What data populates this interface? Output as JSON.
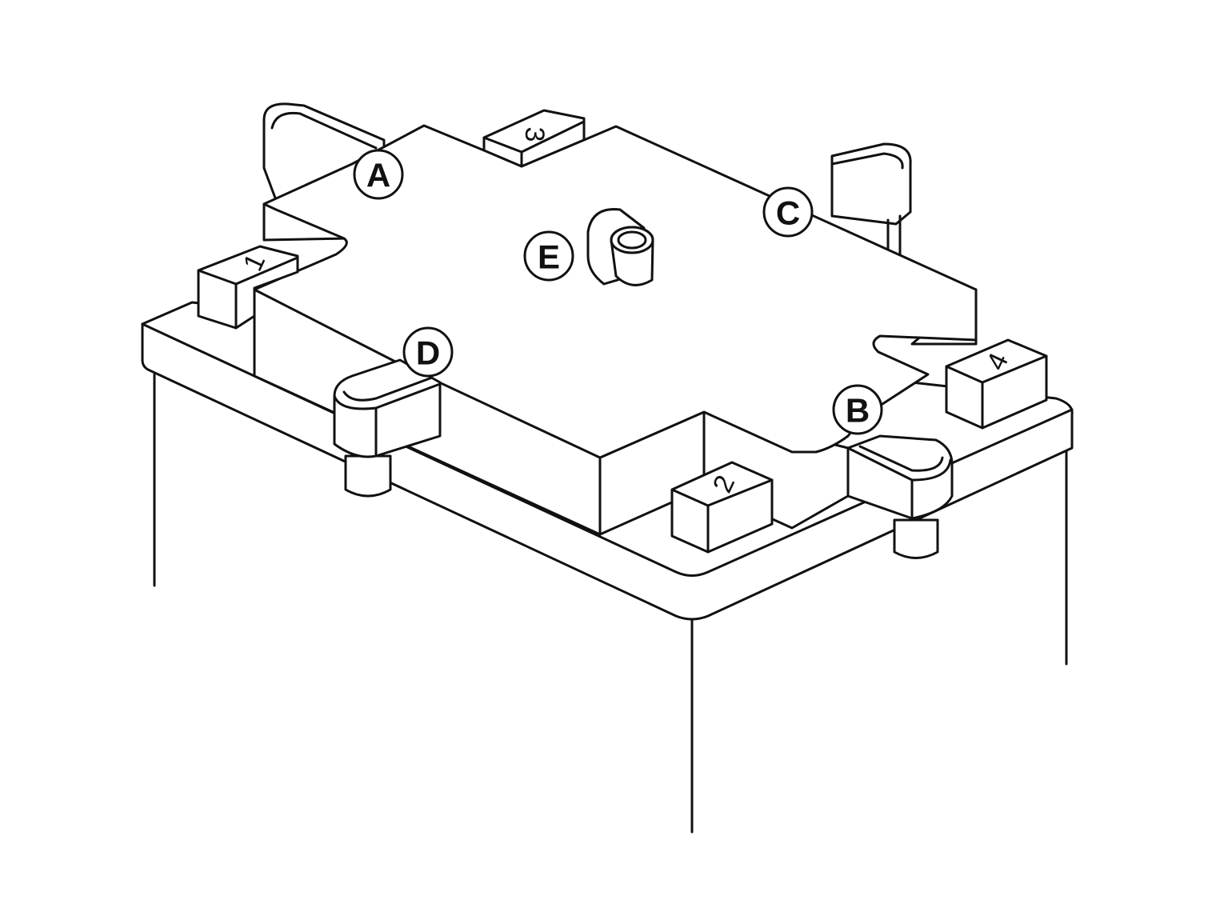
{
  "diagram": {
    "callouts": [
      "A",
      "B",
      "C",
      "D",
      "E"
    ],
    "blocks": [
      "1",
      "2",
      "3",
      "4"
    ],
    "line_color": "#111111",
    "background": "#ffffff"
  }
}
